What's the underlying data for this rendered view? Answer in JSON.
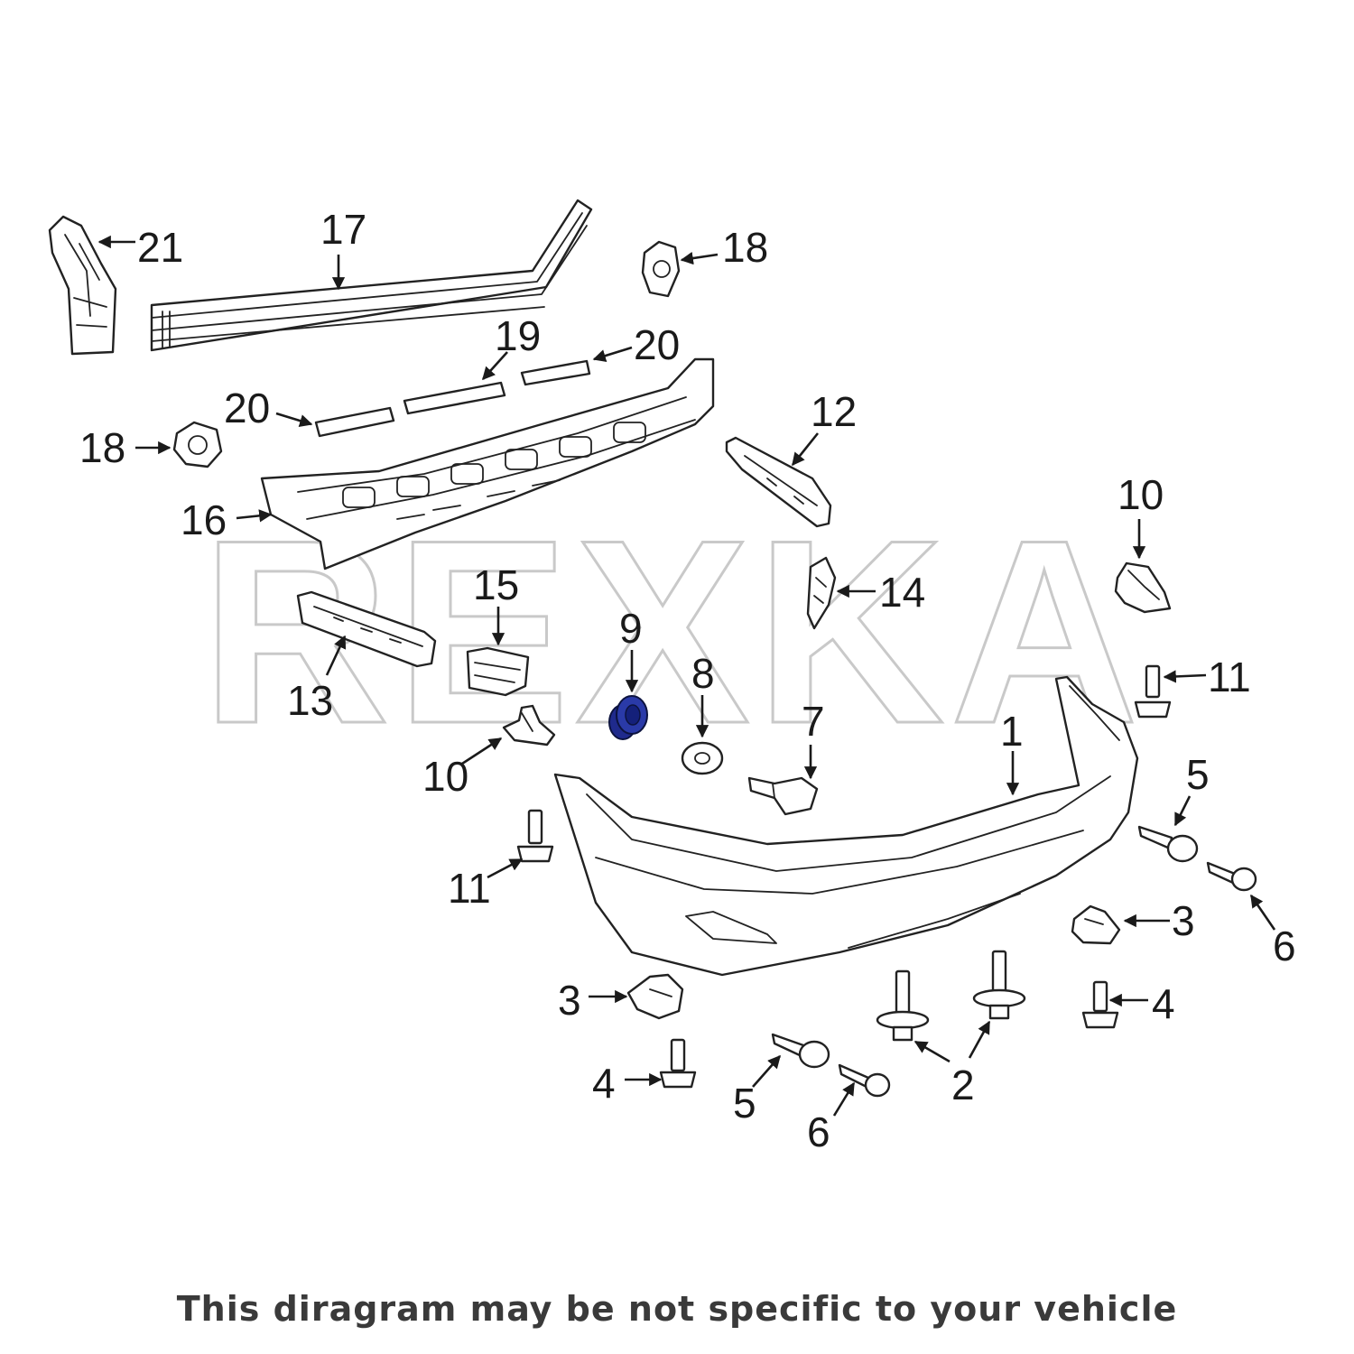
{
  "watermark": "REXKA",
  "disclaimer": "This diragram may be not specific to your vehicle",
  "highlight_color": "#1f2a8c",
  "callouts": {
    "c1": "1",
    "c2": "2",
    "c3a": "3",
    "c3b": "3",
    "c4a": "4",
    "c4b": "4",
    "c5a": "5",
    "c5b": "5",
    "c6a": "6",
    "c6b": "6",
    "c7": "7",
    "c8": "8",
    "c9": "9",
    "c10a": "10",
    "c10b": "10",
    "c11a": "11",
    "c11b": "11",
    "c12": "12",
    "c13": "13",
    "c14": "14",
    "c15": "15",
    "c16": "16",
    "c17": "17",
    "c18a": "18",
    "c18b": "18",
    "c19": "19",
    "c20a": "20",
    "c20b": "20",
    "c21": "21"
  }
}
